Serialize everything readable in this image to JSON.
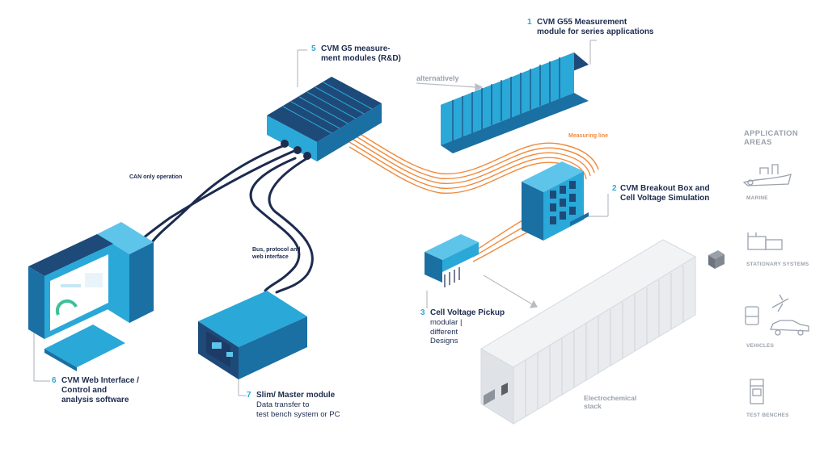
{
  "labels": {
    "g55": {
      "number": "1",
      "line1": "CVM G55 Measurement",
      "line2": "module for series applications"
    },
    "breakout": {
      "number": "2",
      "line1": "CVM Breakout Box and",
      "line2": "Cell Voltage Simulation"
    },
    "pickup": {
      "number": "3",
      "title": "Cell Voltage Pickup",
      "line1": "modular |",
      "line2": "different",
      "line3": "Designs"
    },
    "g5": {
      "number": "5",
      "line1": "CVM G5 measure-",
      "line2": "ment modules (R&D)"
    },
    "web": {
      "number": "6",
      "line1": "CVM Web Interface /",
      "line2": "Control and",
      "line3": "analysis software"
    },
    "slim": {
      "number": "7",
      "title": "Slim/ Master module",
      "line1": "Data transfer to",
      "line2": "test bench system or PC"
    },
    "alternatively": "alternatively",
    "measuring_line": "Measuring line",
    "can_only": "CAN only operation",
    "bus": {
      "line1": "Bus, protocol and",
      "line2": "web interface"
    },
    "stack": {
      "line1": "Electrochemical",
      "line2": "stack"
    }
  },
  "application_areas": {
    "title_line1": "APPLICATION",
    "title_line2": "AREAS",
    "items": [
      {
        "icon": "ship-icon",
        "label": "MARINE"
      },
      {
        "icon": "stationary-system-icon",
        "label": "STATIONARY SYSTEMS"
      },
      {
        "icon": "vehicles-icon",
        "label": "VEHICLES"
      },
      {
        "icon": "test-bench-icon",
        "label": "TEST BENCHES"
      }
    ]
  },
  "colors": {
    "blue": "#2aa8d8",
    "dark_blue": "#1d2b4f",
    "orange": "#f08a3c",
    "grey": "#9aa2ad"
  }
}
